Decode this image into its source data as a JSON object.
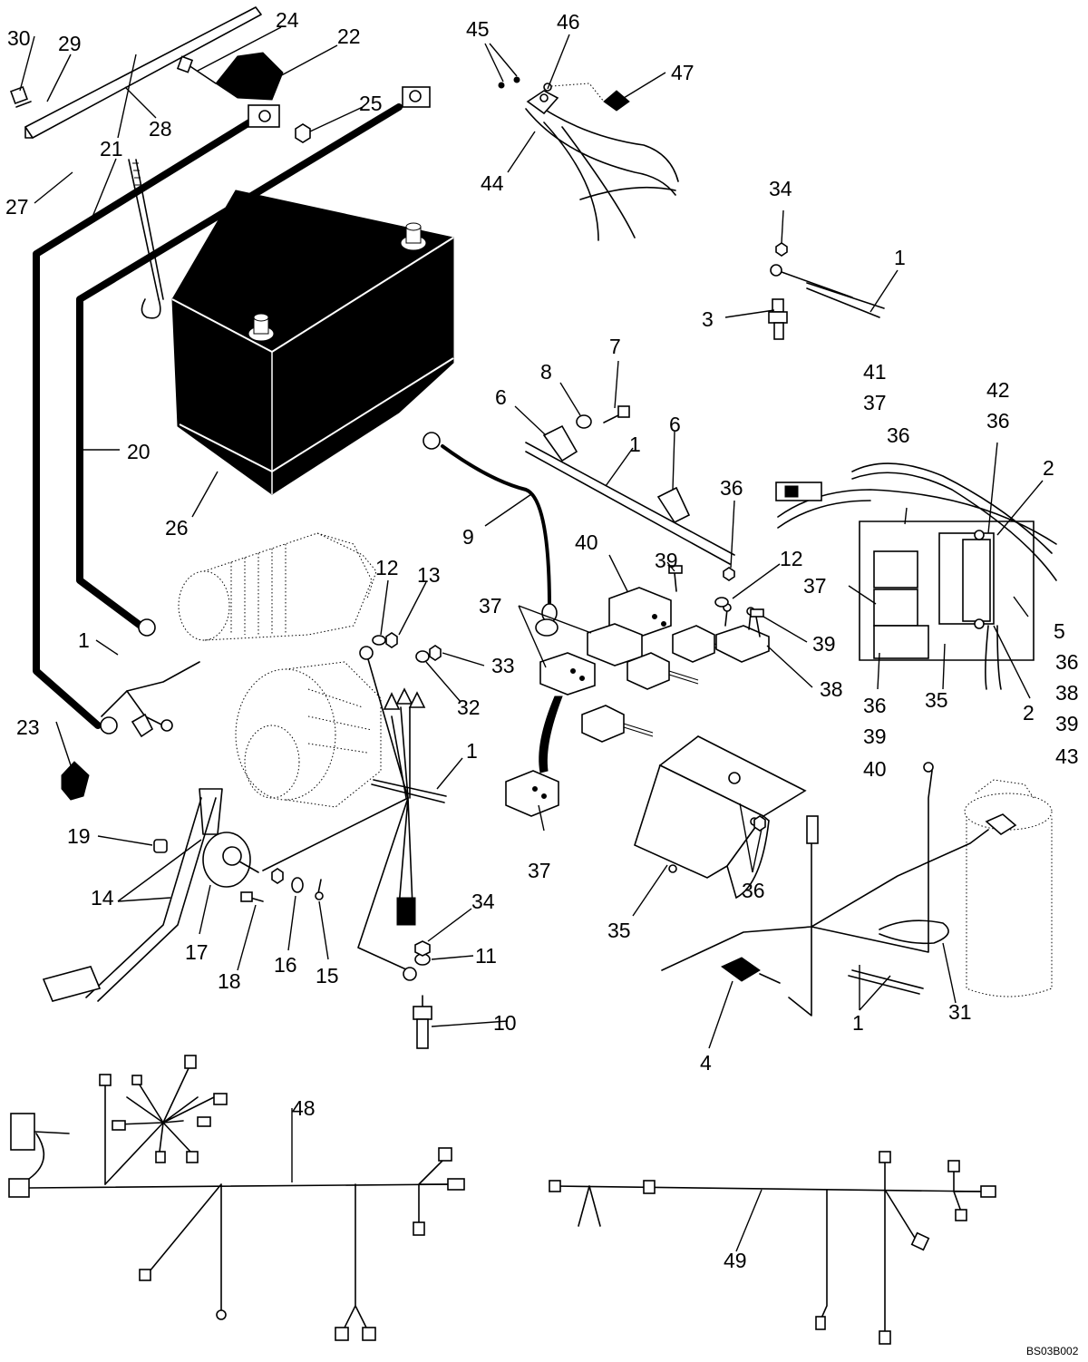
{
  "figure_code": "BS03B002",
  "callouts": [
    "1",
    "2",
    "3",
    "4",
    "5",
    "6",
    "7",
    "8",
    "9",
    "10",
    "11",
    "12",
    "13",
    "14",
    "15",
    "16",
    "17",
    "18",
    "19",
    "20",
    "21",
    "22",
    "23",
    "24",
    "25",
    "26",
    "27",
    "28",
    "29",
    "30",
    "31",
    "32",
    "33",
    "34",
    "35",
    "36",
    "37",
    "38",
    "39",
    "40",
    "41",
    "42",
    "43",
    "44",
    "45",
    "46",
    "47",
    "48",
    "49"
  ],
  "colors": {
    "ink": "#000000",
    "paper": "#ffffff"
  }
}
